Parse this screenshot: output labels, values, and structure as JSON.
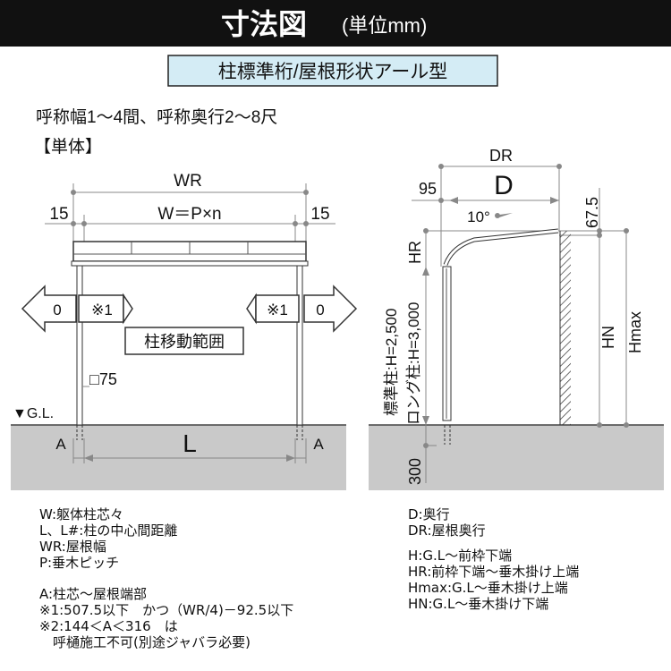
{
  "header": {
    "title": "寸法図",
    "unit": "(単位mm)"
  },
  "subtitle": "柱標準桁/屋根形状アール型",
  "range_text": "呼称幅1～4間、呼称奥行2～8尺",
  "section_label": "【単体】",
  "front_view": {
    "wr": "WR",
    "left_offset": "15",
    "w_formula": "W＝P×n",
    "right_offset": "15",
    "left_zero": "0",
    "left_note": "※1",
    "right_note": "※1",
    "right_zero": "0",
    "move_range": "柱移動範囲",
    "post_size": "□75",
    "gl": "▼G.L.",
    "a_left": "A",
    "l": "L",
    "a_right": "A"
  },
  "side_view": {
    "dr": "DR",
    "overhang": "95",
    "d": "D",
    "angle": "10°",
    "top_offset": "67.5",
    "hr": "HR",
    "std_post": "標準柱:H=2,500",
    "long_post": "ロング柱:H=3,000",
    "hn": "HN",
    "hmax": "Hmax",
    "embed": "300"
  },
  "legend_left": [
    "W:躯体柱芯々",
    "L、L#:柱の中心間距離",
    "WR:屋根幅",
    "P:垂木ピッチ"
  ],
  "notes_left": [
    "A:柱芯～屋根端部",
    "※1:507.5以下　かつ（WR/4)－92.5以下",
    "※2:144＜A＜316　は",
    "　呼樋施工不可(別途ジャバラ必要)"
  ],
  "legend_right": [
    "D:奥行",
    "DR:屋根奥行"
  ],
  "notes_right": [
    "H:G.L～前枠下端",
    "HR:前枠下端～垂木掛け上端",
    "Hmax:G.L～垂木掛け上端",
    "HN:G.L～垂木掛け下端"
  ],
  "colors": {
    "header_bg": "#111111",
    "subtitle_bg": "#d4ecf5",
    "ground": "#c9c9c9",
    "dim": "#8a8a8a"
  }
}
